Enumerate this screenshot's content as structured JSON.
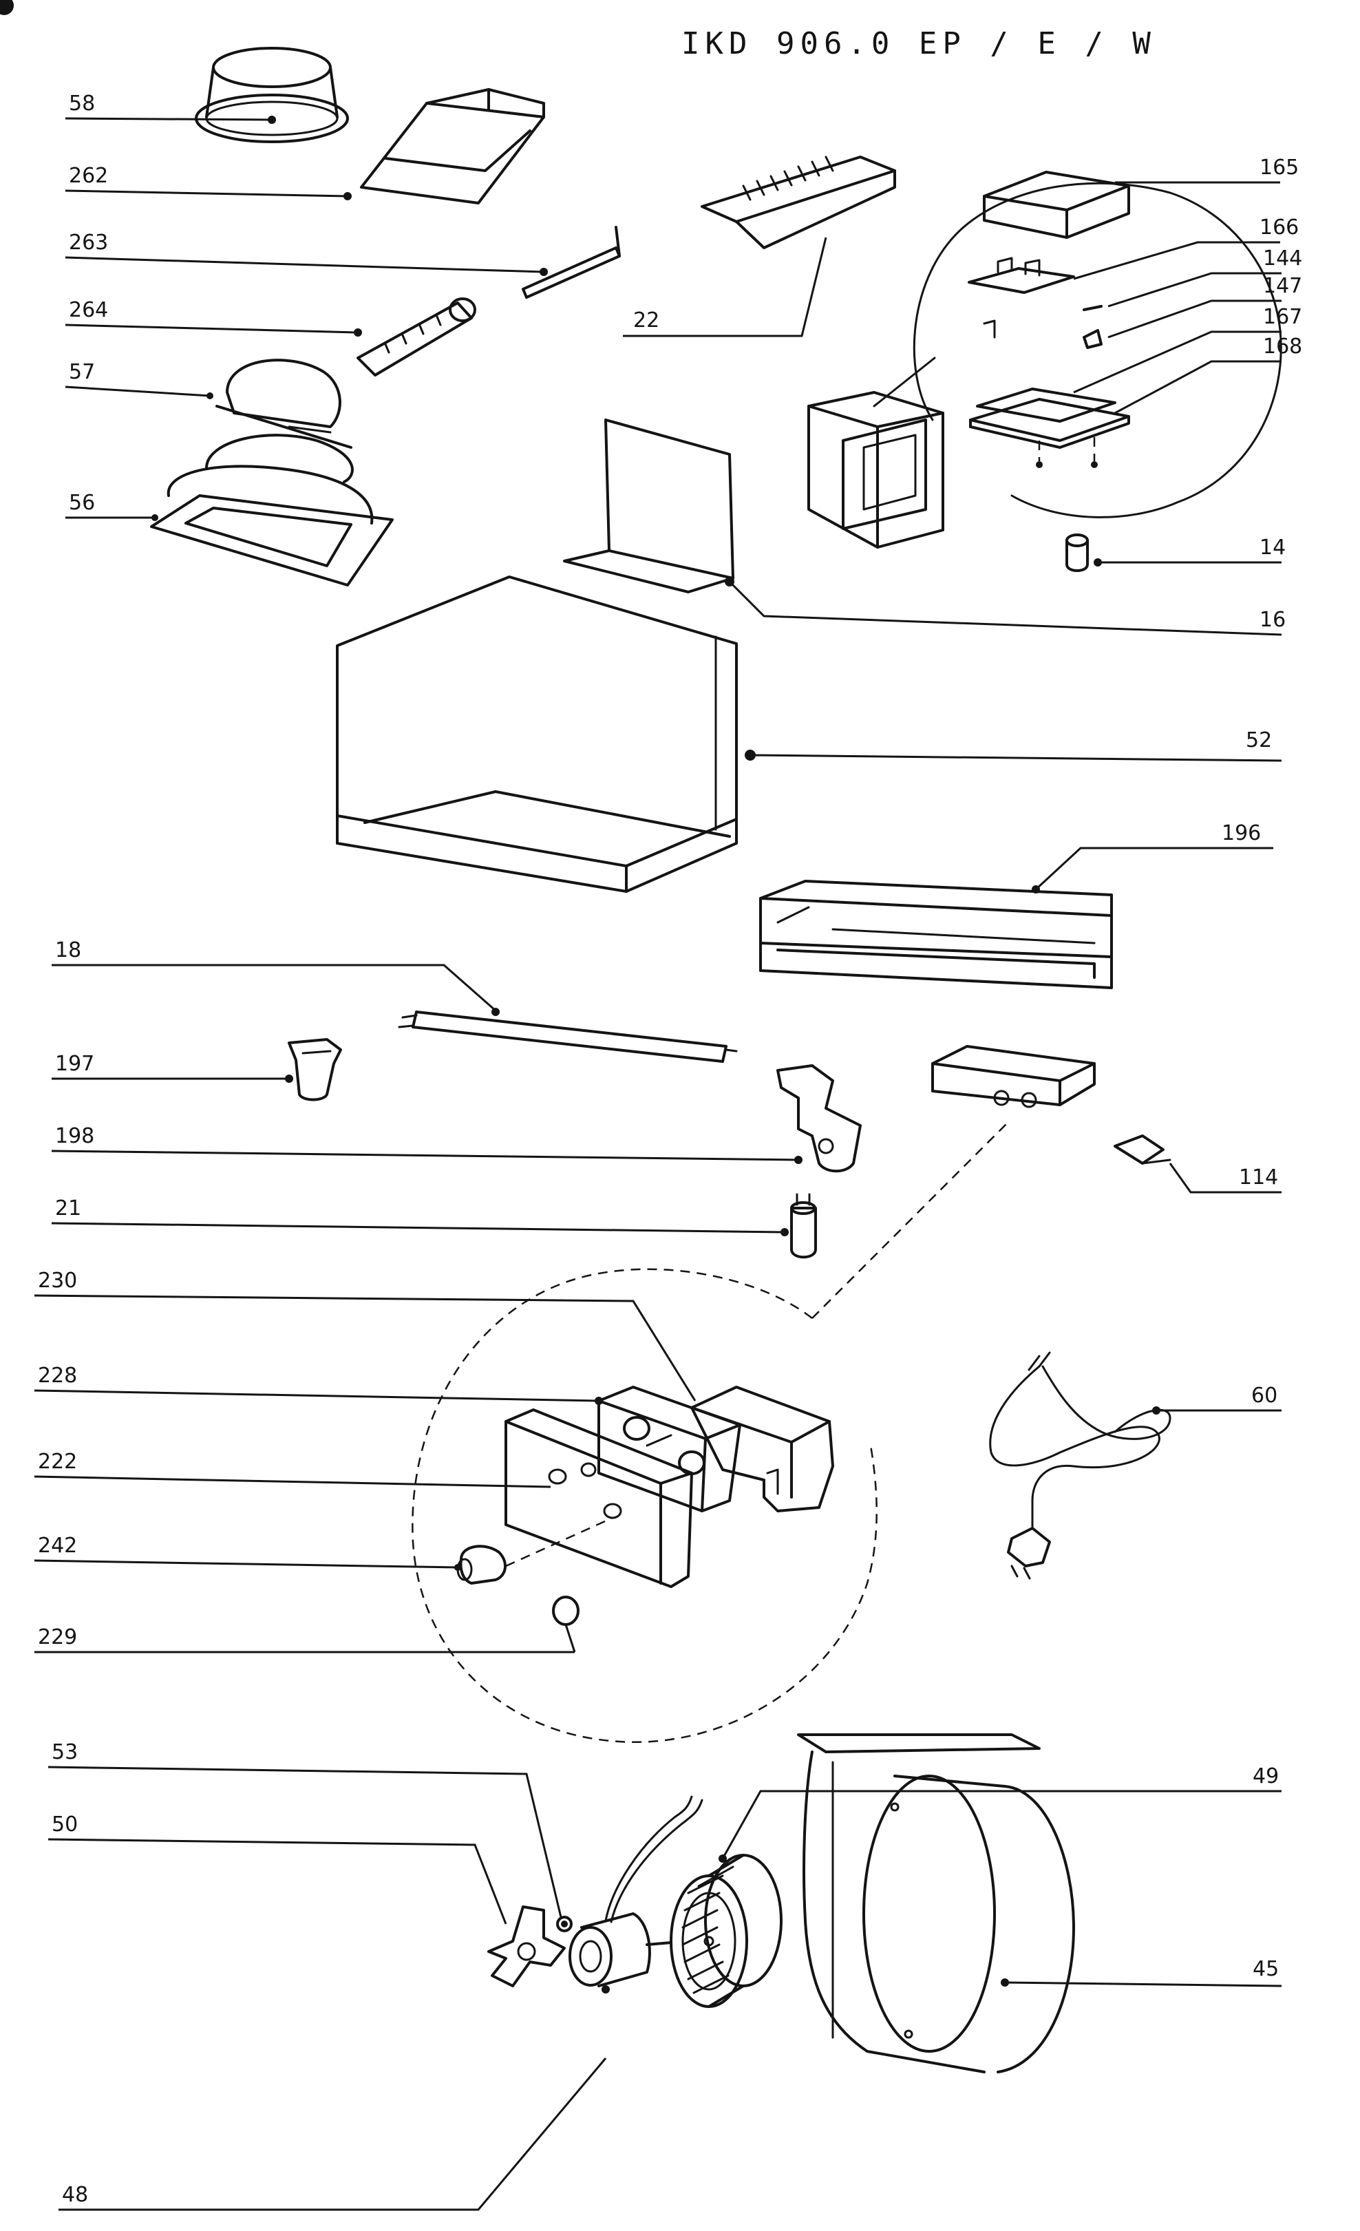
{
  "title": "IKD 906.0 EP / E / W",
  "labels": {
    "p58": "58",
    "p262": "262",
    "p263": "263",
    "p264": "264",
    "p57": "57",
    "p56": "56",
    "p22": "22",
    "p165": "165",
    "p166": "166",
    "p144": "144",
    "p147": "147",
    "p167": "167",
    "p168": "168",
    "p14": "14",
    "p16": "16",
    "p52": "52",
    "p196": "196",
    "p18": "18",
    "p197": "197",
    "p198": "198",
    "p21": "21",
    "p114": "114",
    "p230": "230",
    "p228": "228",
    "p222": "222",
    "p242": "242",
    "p229": "229",
    "p60": "60",
    "p53": "53",
    "p50": "50",
    "p49": "49",
    "p45": "45",
    "p48": "48"
  }
}
